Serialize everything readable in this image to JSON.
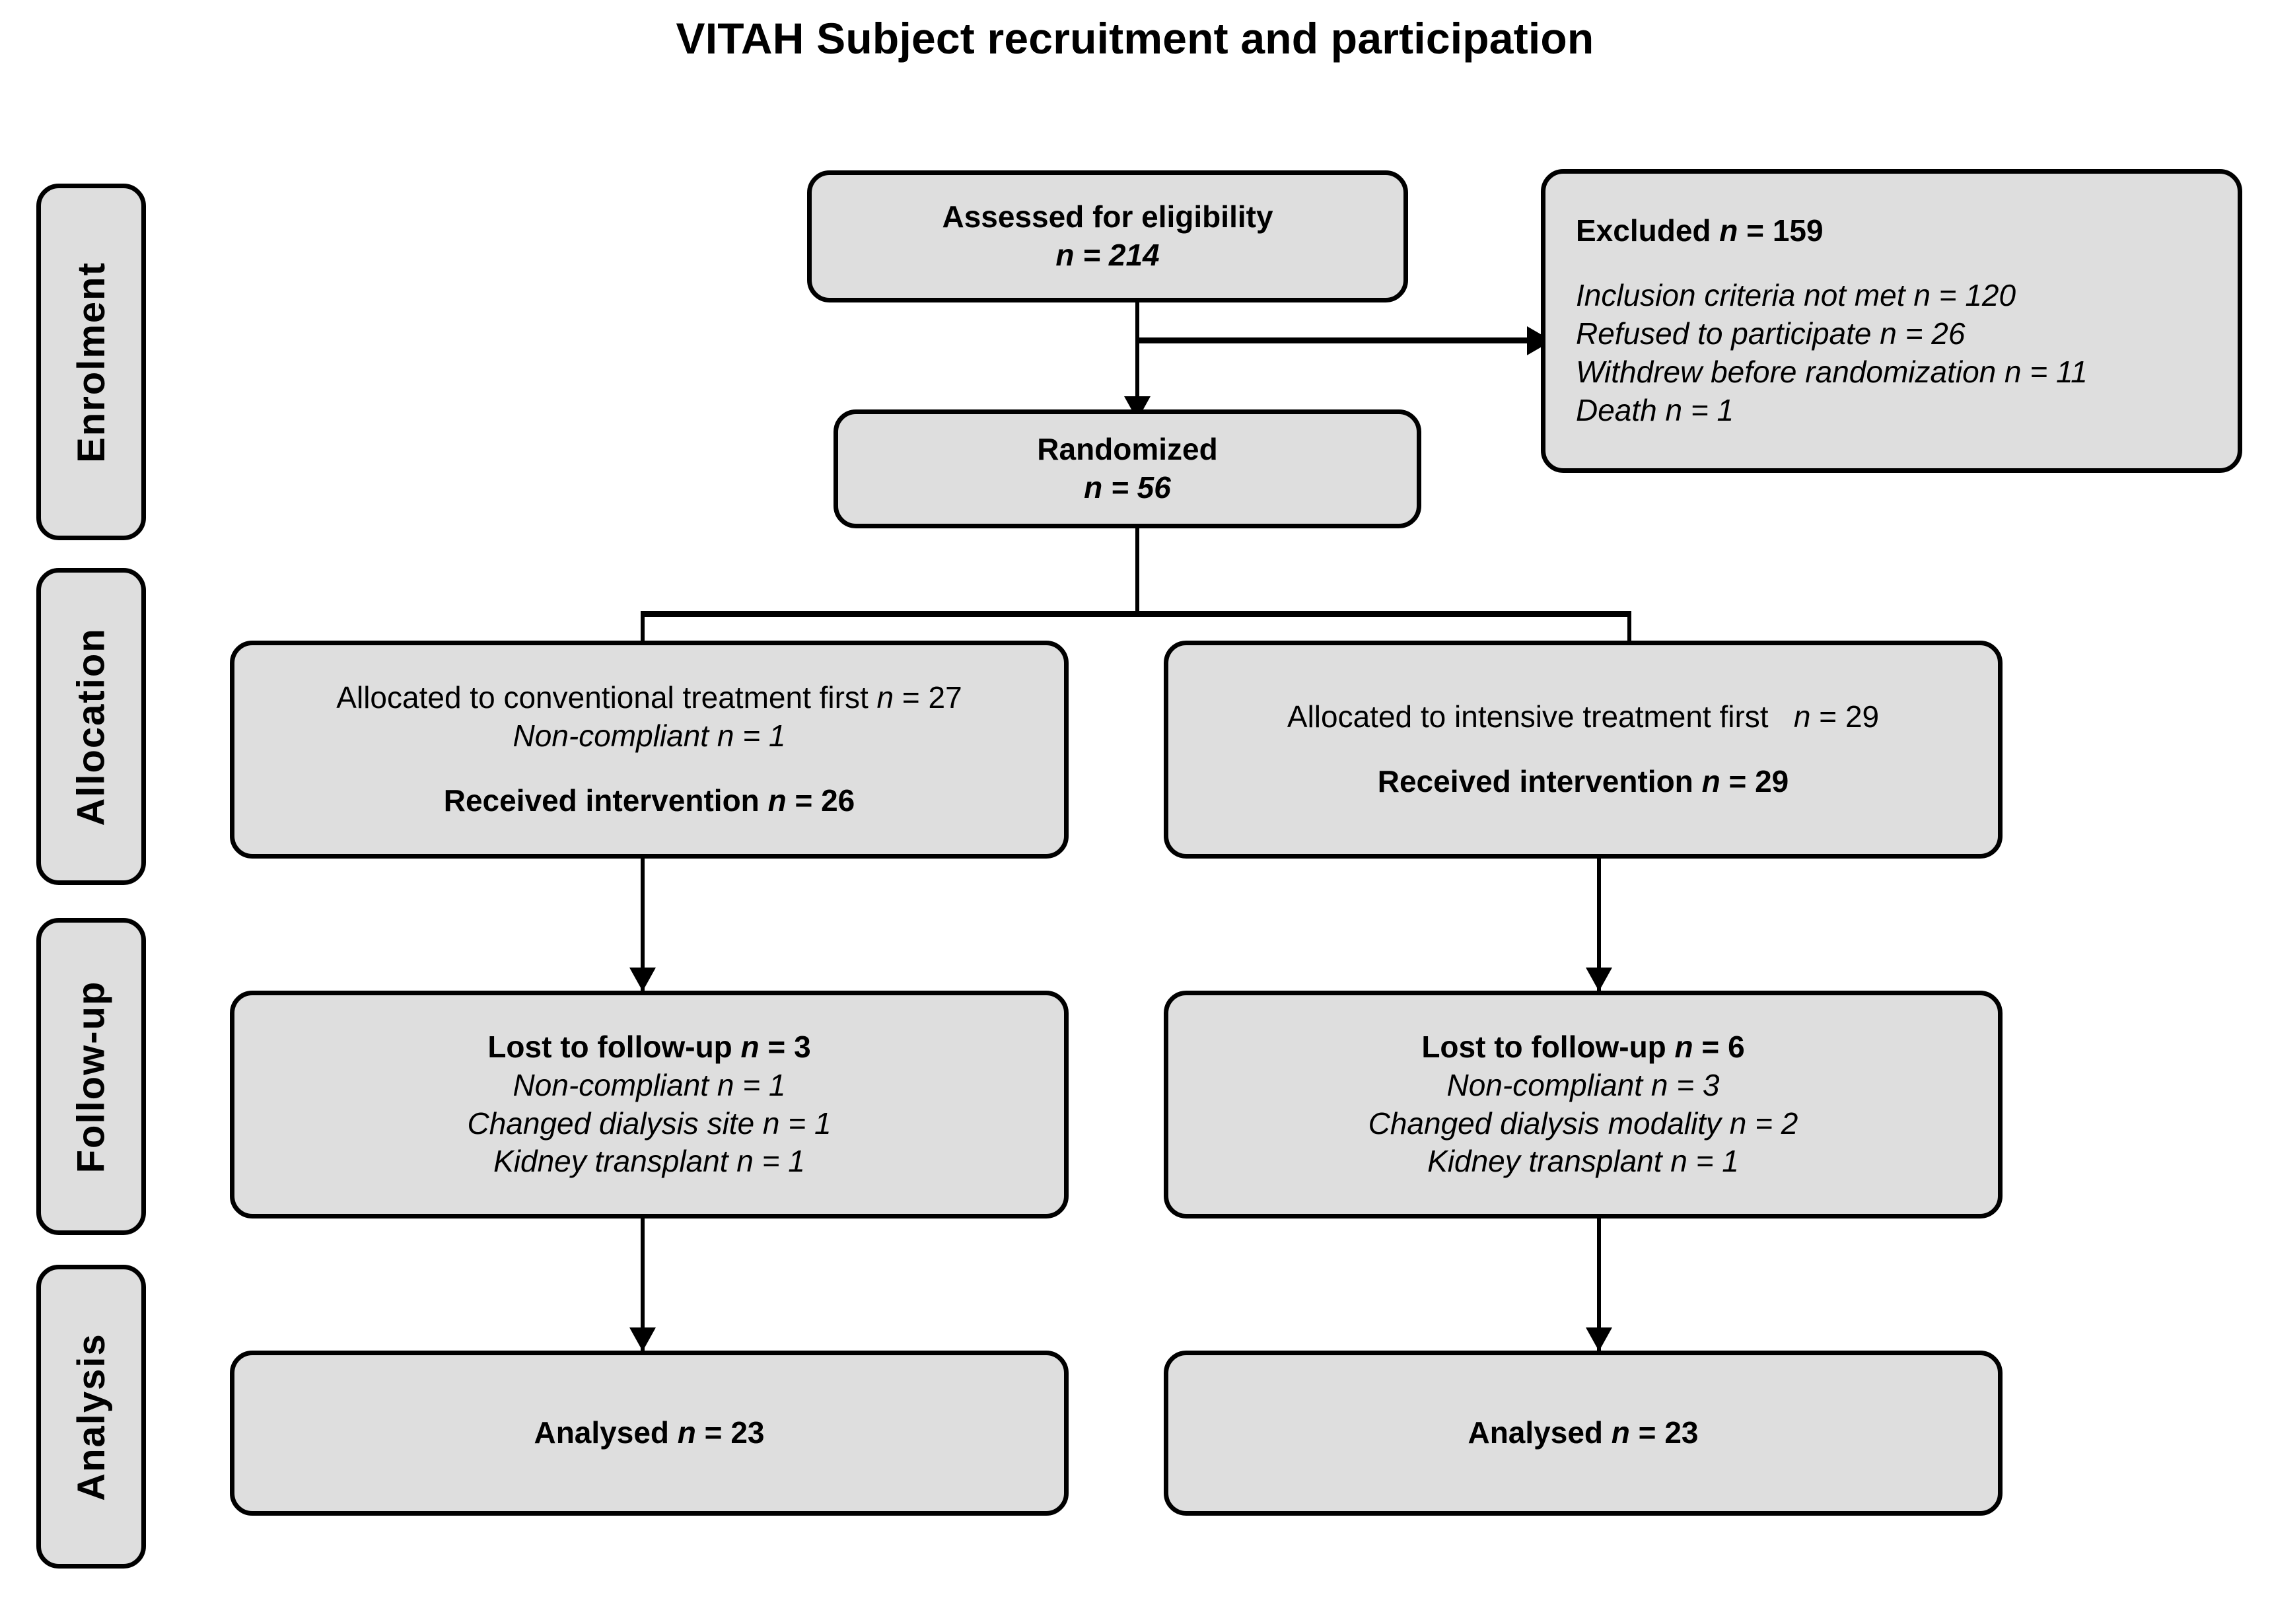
{
  "title": "VITAH Subject recruitment and participation",
  "stages": [
    {
      "id": "enrolment",
      "label": "Enrolment"
    },
    {
      "id": "allocation",
      "label": "Allocation"
    },
    {
      "id": "followup",
      "label": "Follow-up"
    },
    {
      "id": "analysis",
      "label": "Analysis"
    }
  ],
  "colors": {
    "box_fill": "#dedede",
    "box_border": "#000000",
    "connector": "#000000",
    "background": "#ffffff",
    "text": "#000000"
  },
  "nodes": {
    "assessed": {
      "name": "Assessed for eligibility",
      "lines": [
        {
          "text": "Assessed for eligibility",
          "style": "bold"
        },
        {
          "text": "n = 214",
          "style": "bold-italic"
        }
      ]
    },
    "excluded": {
      "name": "Excluded",
      "lines": [
        {
          "text": "Excluded n = 159",
          "style": "bold"
        },
        {
          "text": "",
          "style": "spacer"
        },
        {
          "text": "Inclusion criteria not met n = 120",
          "style": "italic"
        },
        {
          "text": "Refused to participate n = 26",
          "style": "italic"
        },
        {
          "text": "Withdrew before randomization n = 11",
          "style": "italic"
        },
        {
          "text": "Death n = 1",
          "style": "italic"
        }
      ]
    },
    "randomized": {
      "name": "Randomized",
      "lines": [
        {
          "text": "Randomized",
          "style": "bold"
        },
        {
          "text": "n = 56",
          "style": "bold-italic"
        }
      ]
    },
    "alloc_left": {
      "name": "Allocated to conventional treatment first",
      "lines": [
        {
          "text": "Allocated to conventional treatment first n = 27",
          "style": "regular"
        },
        {
          "text": "Non-compliant n = 1",
          "style": "italic"
        },
        {
          "text": "",
          "style": "spacer"
        },
        {
          "text": "Received intervention n = 26",
          "style": "bold"
        }
      ]
    },
    "alloc_right": {
      "name": "Allocated to intensive treatment first",
      "lines": [
        {
          "text": "Allocated to intensive treatment first   n = 29",
          "style": "regular"
        },
        {
          "text": "",
          "style": "spacer"
        },
        {
          "text": "Received intervention n = 29",
          "style": "bold"
        }
      ]
    },
    "followup_left": {
      "name": "Lost to follow-up conventional",
      "lines": [
        {
          "text": "Lost to follow-up n = 3",
          "style": "bold"
        },
        {
          "text": "Non-compliant n = 1",
          "style": "italic"
        },
        {
          "text": "Changed dialysis site n = 1",
          "style": "italic"
        },
        {
          "text": "Kidney transplant n = 1",
          "style": "italic"
        }
      ]
    },
    "followup_right": {
      "name": "Lost to follow-up intensive",
      "lines": [
        {
          "text": "Lost to follow-up n = 6",
          "style": "bold"
        },
        {
          "text": "Non-compliant n = 3",
          "style": "italic"
        },
        {
          "text": "Changed dialysis modality n = 2",
          "style": "italic"
        },
        {
          "text": "Kidney transplant n = 1",
          "style": "italic"
        }
      ]
    },
    "analysed_left": {
      "name": "Analysed conventional",
      "lines": [
        {
          "text": "Analysed n = 23",
          "style": "bold"
        }
      ]
    },
    "analysed_right": {
      "name": "Analysed intensive",
      "lines": [
        {
          "text": "Analysed n = 23",
          "style": "bold"
        }
      ]
    }
  },
  "chart_data": {
    "type": "table",
    "title": "VITAH Subject recruitment and participation",
    "diagram_kind": "CONSORT participant flow",
    "stages": [
      "Enrolment",
      "Allocation",
      "Follow-up",
      "Analysis"
    ],
    "counts": {
      "assessed_for_eligibility": 214,
      "excluded_total": 159,
      "excluded_inclusion_criteria_not_met": 120,
      "excluded_refused_to_participate": 26,
      "excluded_withdrew_before_randomization": 11,
      "excluded_death": 1,
      "randomized": 56,
      "conventional_allocated_first": 27,
      "conventional_non_compliant_allocation": 1,
      "conventional_received_intervention": 26,
      "intensive_allocated_first": 29,
      "intensive_received_intervention": 29,
      "conventional_lost_to_followup": 3,
      "conventional_followup_non_compliant": 1,
      "conventional_changed_dialysis_site": 1,
      "conventional_kidney_transplant": 1,
      "intensive_lost_to_followup": 6,
      "intensive_followup_non_compliant": 3,
      "intensive_changed_dialysis_modality": 2,
      "intensive_kidney_transplant": 1,
      "conventional_analysed": 23,
      "intensive_analysed": 23
    }
  }
}
